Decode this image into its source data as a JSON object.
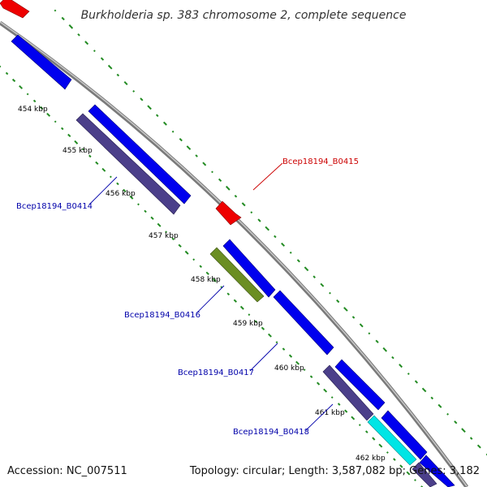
{
  "title": "Burkholderia sp. 383 chromosome 2, complete sequence",
  "accession": "Accession: NC_007511",
  "topology": "Topology: circular; Length: 3,587,082 bp; Genes: 3,182",
  "colors": {
    "backbone": "#8c8c8c",
    "forward_gene": "#0000ee",
    "reverse_gene": "#4b3f8a",
    "highlight_gene": "#ee0000",
    "olive_gene": "#6b8e23",
    "cyan_gene": "#00e5e5",
    "gc_skew": "#228b22",
    "label_blue": "#0000aa",
    "label_red": "#cc0000"
  },
  "ticks": [
    "454 kbp",
    "455 kbp",
    "456 kbp",
    "457 kbp",
    "458 kbp",
    "459 kbp",
    "460 kbp",
    "461 kbp",
    "462 kbp"
  ],
  "gene_labels": {
    "b0414": "Bcep18194_B0414",
    "b0415": "Bcep18194_B0415",
    "b0416": "Bcep18194_B0416",
    "b0417": "Bcep18194_B0417",
    "b0418": "Bcep18194_B0418"
  }
}
